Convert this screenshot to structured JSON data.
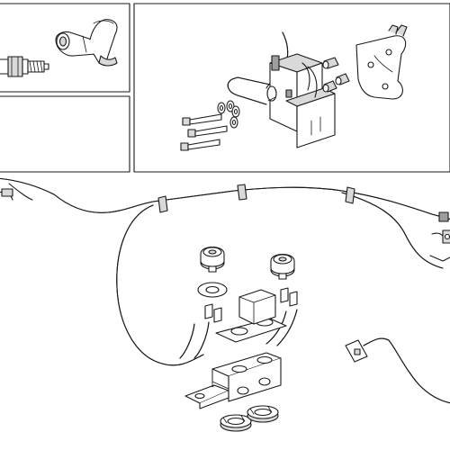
{
  "diagram": {
    "kind": "exploded-parts-illustration",
    "panels": [
      {
        "id": "spark-plug-panel",
        "parts": [
          "spark-plug",
          "plug-cap"
        ]
      },
      {
        "id": "coil-panel",
        "parts": [
          "ignition-coil",
          "mounting-bracket",
          "u-bolt",
          "bolts",
          "washers",
          "spacers"
        ]
      },
      {
        "id": "harness-area",
        "parts": [
          "wiring-harness",
          "rubber-grommets",
          "washer",
          "coil-bracket",
          "connectors",
          "nuts"
        ]
      }
    ],
    "colors": {
      "line": "#1a1a1a",
      "background": "#ffffff",
      "panel-border": "#1a1a1a",
      "shade-light": "#d9d9d9",
      "shade-dark": "#9e9e9e"
    }
  }
}
